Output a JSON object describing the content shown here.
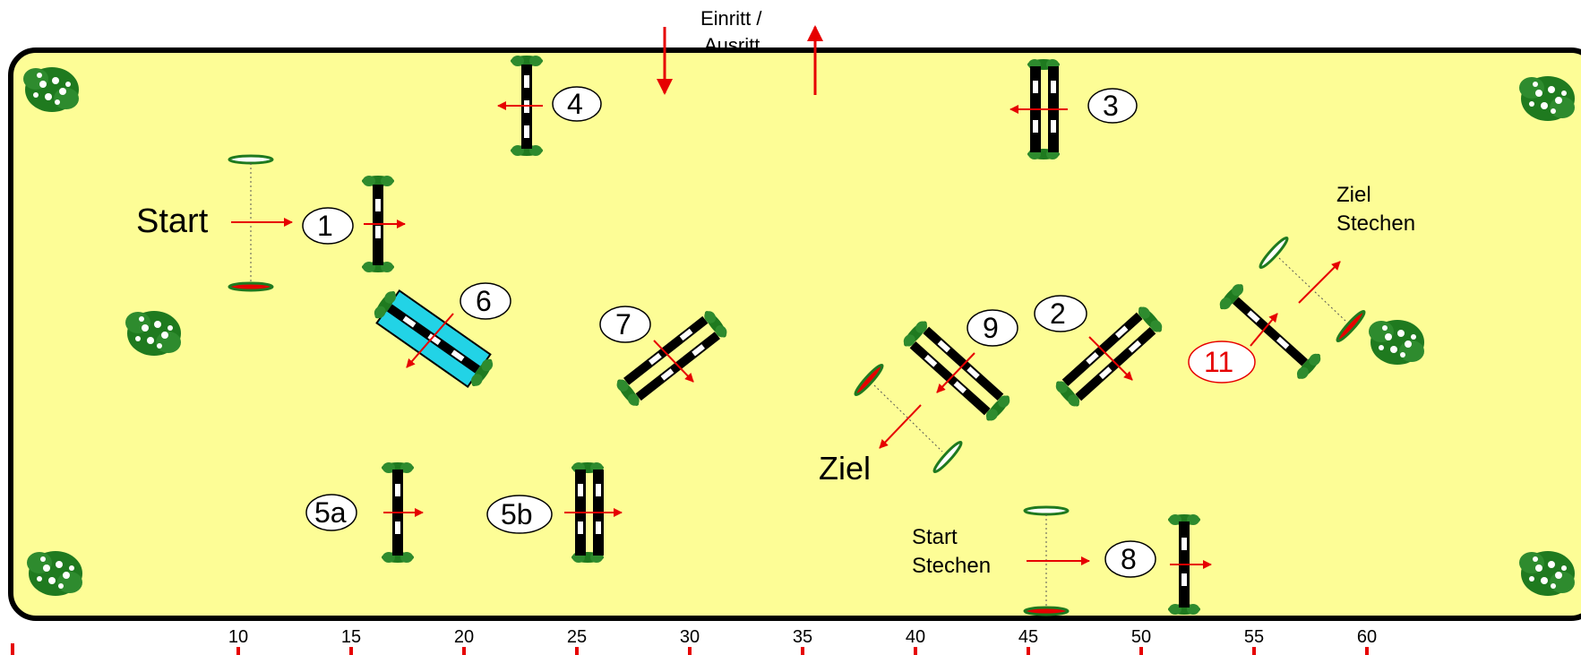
{
  "entrance": {
    "line1": "Einritt /",
    "line2": "Ausritt"
  },
  "labels": {
    "start": "Start",
    "ziel": "Ziel",
    "ziel_stechen_1": "Ziel",
    "ziel_stechen_2": "Stechen",
    "start_stechen_1": "Start",
    "start_stechen_2": "Stechen"
  },
  "obstacles": [
    "1",
    "2",
    "3",
    "4",
    "5a",
    "5b",
    "6",
    "7",
    "8",
    "9",
    "11"
  ],
  "scale_ticks": [
    "10",
    "15",
    "20",
    "25",
    "30",
    "35",
    "40",
    "45",
    "50",
    "55",
    "60"
  ],
  "colors": {
    "arena": "#fdfd96",
    "border": "#000000",
    "arrow": "#e60000",
    "water": "#22d3e6",
    "bush": "#1f7a1f",
    "highlight": "#e60000"
  }
}
